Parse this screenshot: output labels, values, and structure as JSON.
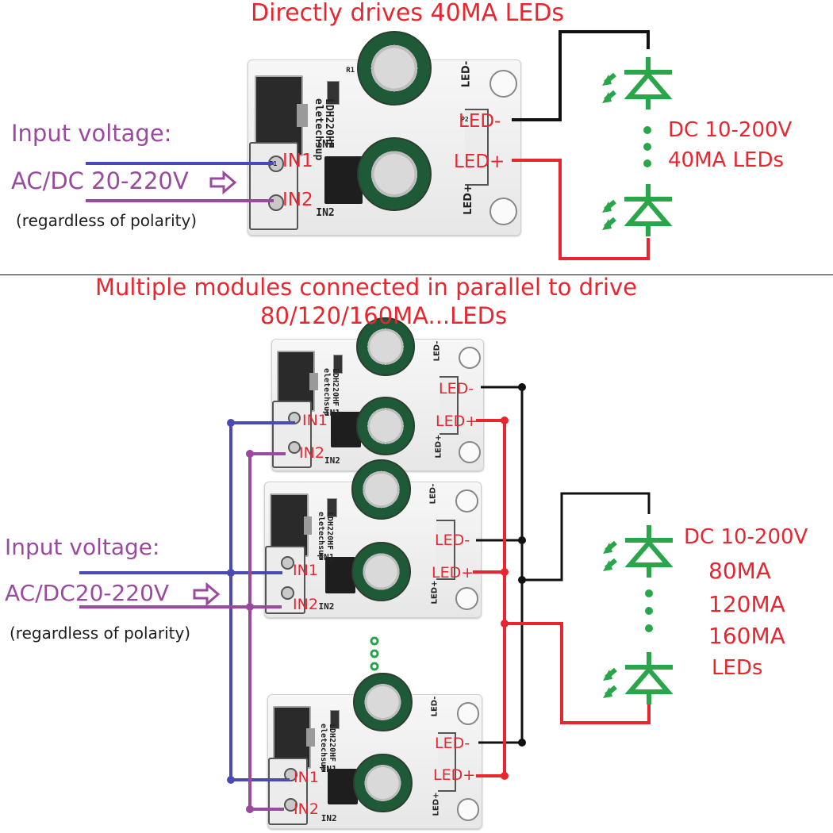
{
  "top": {
    "title": "Directly drives 40MA LEDs",
    "input_label": "Input voltage:",
    "input_range": "AC/DC 20-220V",
    "polarity_note": "(regardless of polarity)",
    "led_output_line1": "DC 10-200V",
    "led_output_line2": "40MA LEDs"
  },
  "bottom": {
    "title_line1": "Multiple modules connected in parallel to drive",
    "title_line2": "80/120/160MA...LEDs",
    "input_label": "Input voltage:",
    "input_range": "AC/DC20-220V",
    "polarity_note": "(regardless of polarity)",
    "led_output_line1": "DC 10-200V",
    "led_output_line2": "80MA",
    "led_output_line3": "120MA",
    "led_output_line4": "160MA",
    "led_output_line5": "LEDs"
  },
  "module": {
    "brand": "eletechsup",
    "model": "LDH220HF",
    "in1_label": "IN1",
    "in2_label": "IN2",
    "in1_pin": "IN1",
    "in2_pin": "IN2",
    "led_minus": "LED-",
    "led_plus": "LED+",
    "led_minus_side": "LED-",
    "led_plus_side": "LED+",
    "p1": "P1",
    "p2": "P2",
    "r1": "R1"
  },
  "colors": {
    "title_red": "#e8262f",
    "input_purple": "#9a4a9e",
    "wire_blue": "#4a4ab4",
    "wire_purple": "#9a4a9e",
    "wire_black": "#111111",
    "wire_red": "#e8262f",
    "led_green": "#2aa64a"
  }
}
